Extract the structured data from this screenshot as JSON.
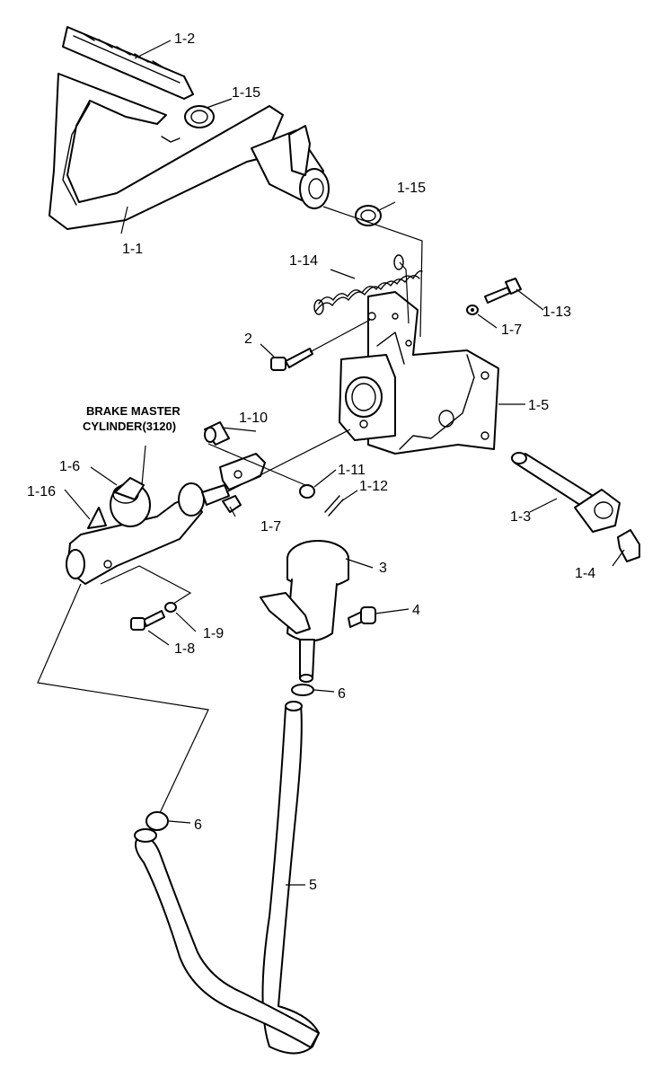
{
  "labels": {
    "l_1_2": "1-2",
    "l_1_15a": "1-15",
    "l_1_15b": "1-15",
    "l_1_1": "1-1",
    "l_1_14": "1-14",
    "l_1_13": "1-13",
    "l_1_7a": "1-7",
    "l_2": "2",
    "l_1_5": "1-5",
    "l_1_10": "1-10",
    "l_1_6": "1-6",
    "l_1_16": "1-16",
    "l_1_11": "1-11",
    "l_1_12": "1-12",
    "l_1_7b": "1-7",
    "l_1_3": "1-3",
    "l_1_4": "1-4",
    "l_3": "3",
    "l_4": "4",
    "l_1_9": "1-9",
    "l_1_8": "1-8",
    "l_6a": "6",
    "l_6b": "6",
    "l_5": "5"
  },
  "callout": {
    "line1": "BRAKE MASTER",
    "line2": "CYLINDER(3120)"
  }
}
